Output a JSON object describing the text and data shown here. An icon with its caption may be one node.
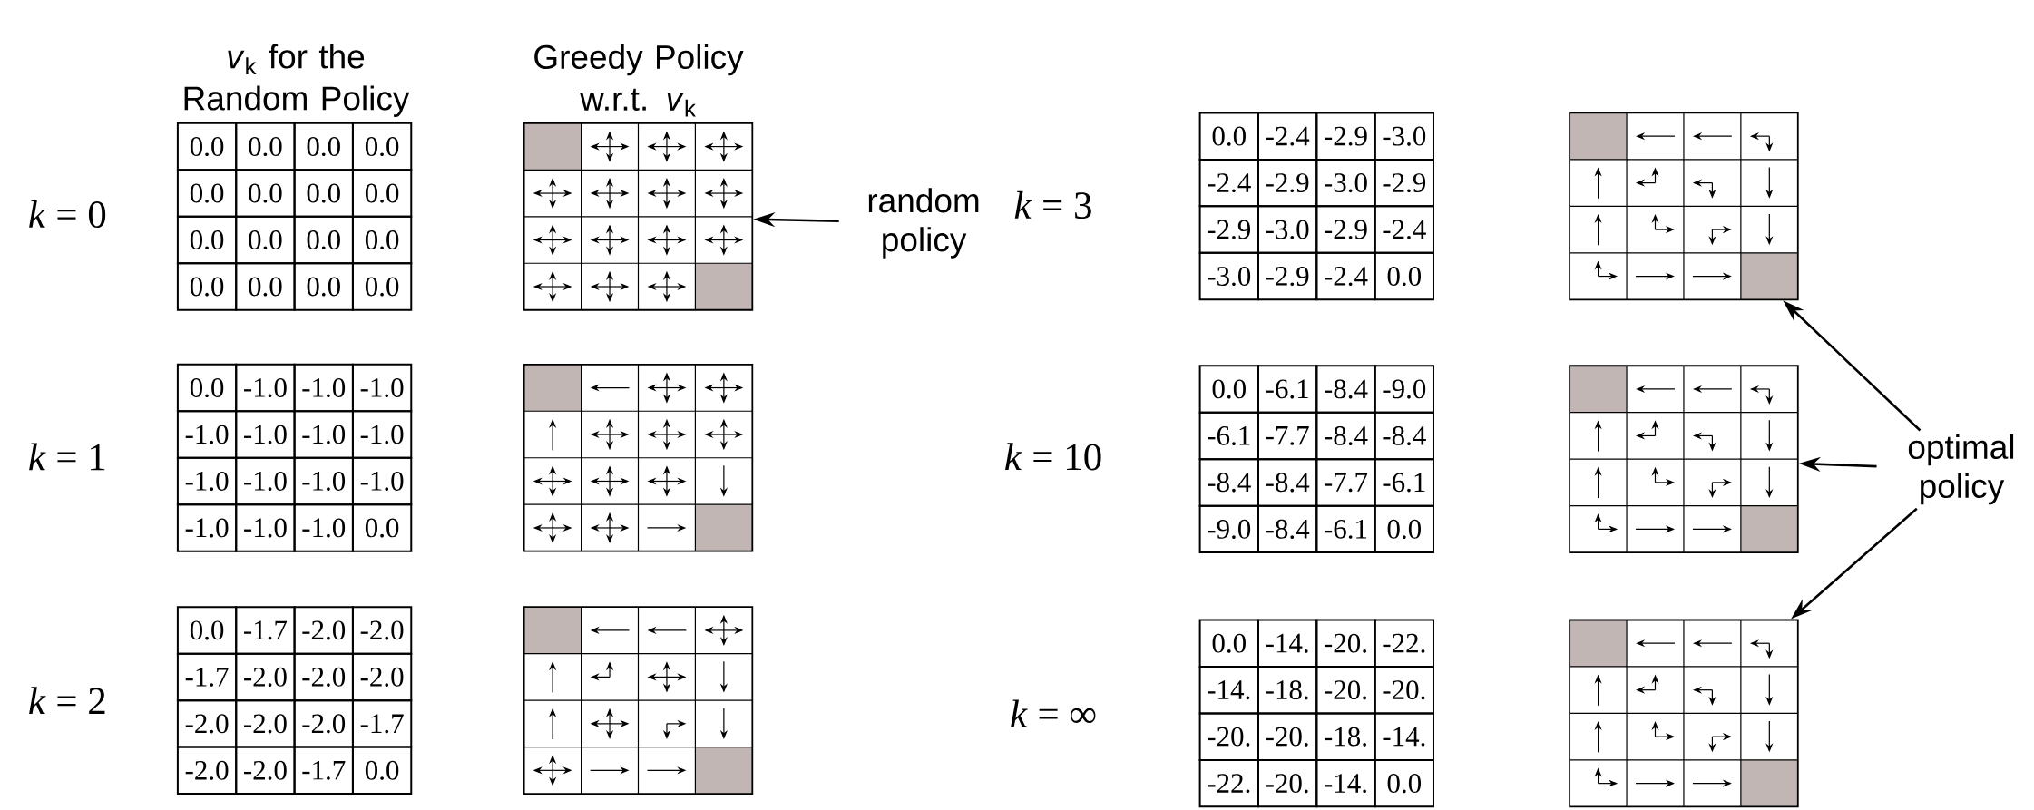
{
  "diagram": {
    "nodes": [
      {
        "text": [],
        "shape": "grid"
      },
      {
        "text": [],
        "shape": "grid"
      },
      {
        "text": [],
        "shape": "grid"
      },
      {
        "text": [],
        "shape": "grid"
      },
      {
        "text": [],
        "shape": "grid"
      },
      {
        "text": [],
        "shape": "grid"
      },
      {
        "text": [
          "random policy"
        ]
      },
      {
        "text": [
          "optimal policy"
        ]
      }
    ],
    "edges": [
      {
        "from": 6,
        "to": 0,
        "arrow": "to"
      },
      {
        "from": 7,
        "to": 3,
        "arrow": "to"
      },
      {
        "from": 7,
        "to": 4,
        "arrow": "to"
      },
      {
        "from": 7,
        "to": 5,
        "arrow": "to"
      }
    ],
    "labels": [
      "*v*$_{k}$ for the Random Policy",
      "Greedy Policy w.r.t. *v*$_{k}$",
      "*k* = 0",
      "0.0",
      "0.0",
      "0.0",
      "0.0",
      "0.0",
      "0.0",
      "0.0",
      "0.0",
      "0.0",
      "0.0",
      "0.0",
      "0.0",
      "0.0",
      "0.0",
      "0.0",
      "0.0",
      "*k* = 1",
      "0.0",
      "-1.0",
      "-1.0",
      "-1.0",
      "-1.0",
      "-1.0",
      "-1.0",
      "-1.0",
      "-1.0",
      "-1.0",
      "-1.0",
      "-1.0",
      "-1.0",
      "-1.0",
      "-1.0",
      "0.0",
      "*k* = 2",
      "0.0",
      "-1.7",
      "-2.0",
      "-2.0",
      "-1.7",
      "-2.0",
      "-2.0",
      "-2.0",
      "-2.0",
      "-2.0",
      "-2.0",
      "-1.7",
      "-2.0",
      "-2.0",
      "-1.7",
      "0.0",
      "*k* = 3",
      "0.0",
      "-2.4",
      "-2.9",
      "-3.0",
      "-2.4",
      "-2.9",
      "-3.0",
      "-2.9",
      "-2.9",
      "-3.0",
      "-2.9",
      "-2.4",
      "-3.0",
      "-2.9",
      "-2.4",
      "0.0",
      "*k* = 10",
      "0.0",
      "-6.1",
      "-8.4",
      "-9.0",
      "-6.1",
      "-7.7",
      "-8.4",
      "-8.4",
      "-8.4",
      "-8.4",
      "-7.7",
      "-6.1",
      "-9.0",
      "-8.4",
      "-6.1",
      "0.0",
      "*k* = ∞",
      "0.0",
      "-14.",
      "-20.",
      "-22.",
      "-14.",
      "-18.",
      "-20.",
      "-20.",
      "-20.",
      "-20.",
      "-18.",
      "-14.",
      "-22.",
      "-20.",
      "-14.",
      "0.0"
    ]
  }
}
